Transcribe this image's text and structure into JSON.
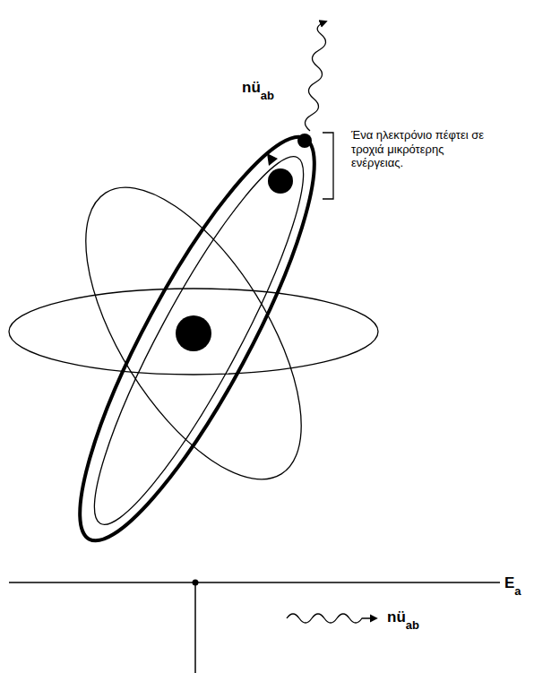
{
  "diagram": {
    "labels": [
      "nü",
      "ab",
      "Ένα ηλεκτρόνιο πέφτει σε τροχιά μικρότερης ενέργειας.",
      "E",
      "a",
      "nü",
      "ab"
    ]
  }
}
